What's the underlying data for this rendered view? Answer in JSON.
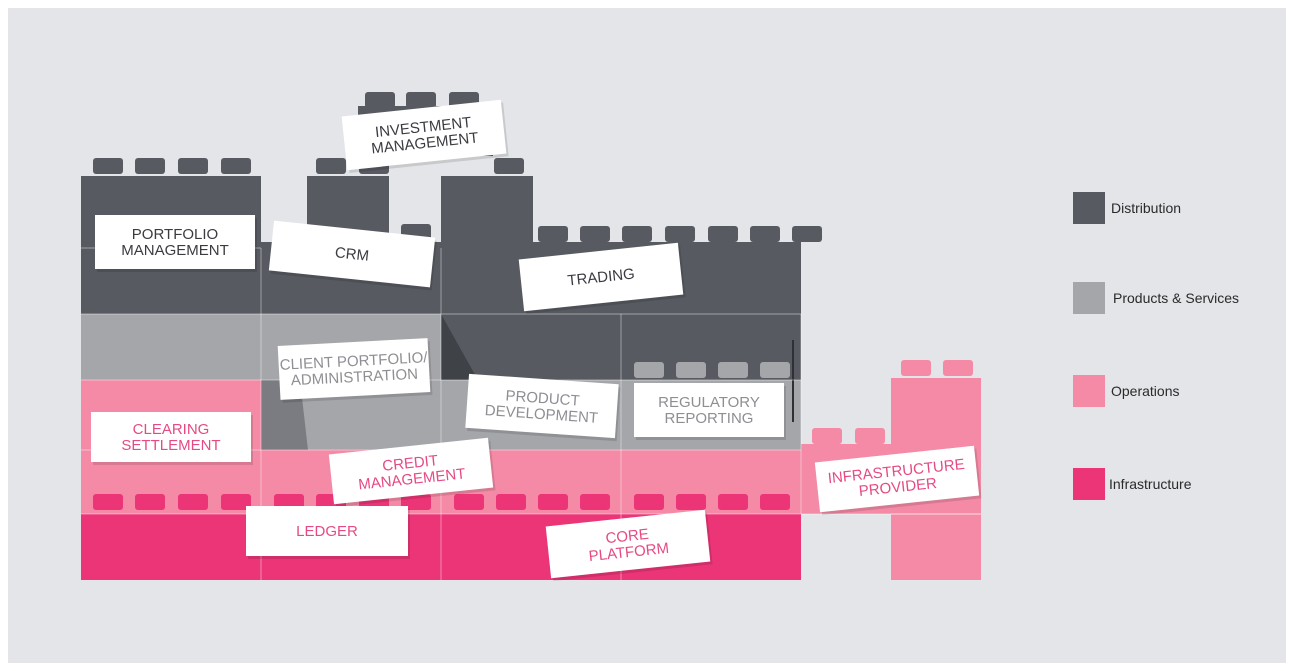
{
  "colors": {
    "background": "#e4e5e8",
    "distribution": "#575a61",
    "products_services": "#a4a6aa",
    "operations": "#f48aa6",
    "infrastructure": "#ec3577",
    "card": "#ffffff",
    "card_text_dark": "#3a3c42",
    "card_text_gray": "#8d8f94",
    "card_text_pink": "#e64a84"
  },
  "legend": [
    {
      "label": "Distribution",
      "color": "#575a61"
    },
    {
      "label": "Products & Services",
      "color": "#a4a6aa"
    },
    {
      "label": "Operations",
      "color": "#f48aa6"
    },
    {
      "label": "Infrastructure",
      "color": "#ec3577"
    }
  ],
  "cards": {
    "investment_management": [
      "INVESTMENT",
      "MANAGEMENT"
    ],
    "portfolio_management": [
      "PORTFOLIO",
      "MANAGEMENT"
    ],
    "crm": [
      "CRM"
    ],
    "trading": [
      "TRADING"
    ],
    "client_portfolio": [
      "CLIENT PORTFOLIO/",
      "ADMINISTRATION"
    ],
    "product_development": [
      "PRODUCT",
      "DEVELOPMENT"
    ],
    "regulatory_reporting": [
      "REGULATORY",
      "REPORTING"
    ],
    "clearing_settlement": [
      "CLEARING",
      "SETTLEMENT"
    ],
    "credit_management": [
      "CREDIT",
      "MANAGEMENT"
    ],
    "infrastructure_provider": [
      "INFRASTRUCTURE",
      "PROVIDER"
    ],
    "ledger": [
      "LEDGER"
    ],
    "core_platform": [
      "CORE",
      "PLATFORM"
    ]
  }
}
